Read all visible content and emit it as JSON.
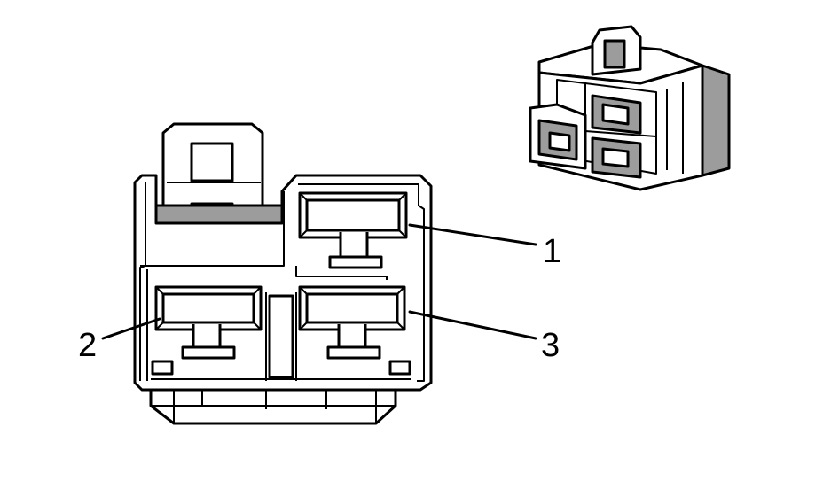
{
  "pin_labels": [
    {
      "id": "1",
      "text": "1"
    },
    {
      "id": "2",
      "text": "2"
    },
    {
      "id": "3",
      "text": "3"
    }
  ],
  "colors": {
    "line": "#000000",
    "shade": "#9c9c9c",
    "background": "#ffffff"
  }
}
